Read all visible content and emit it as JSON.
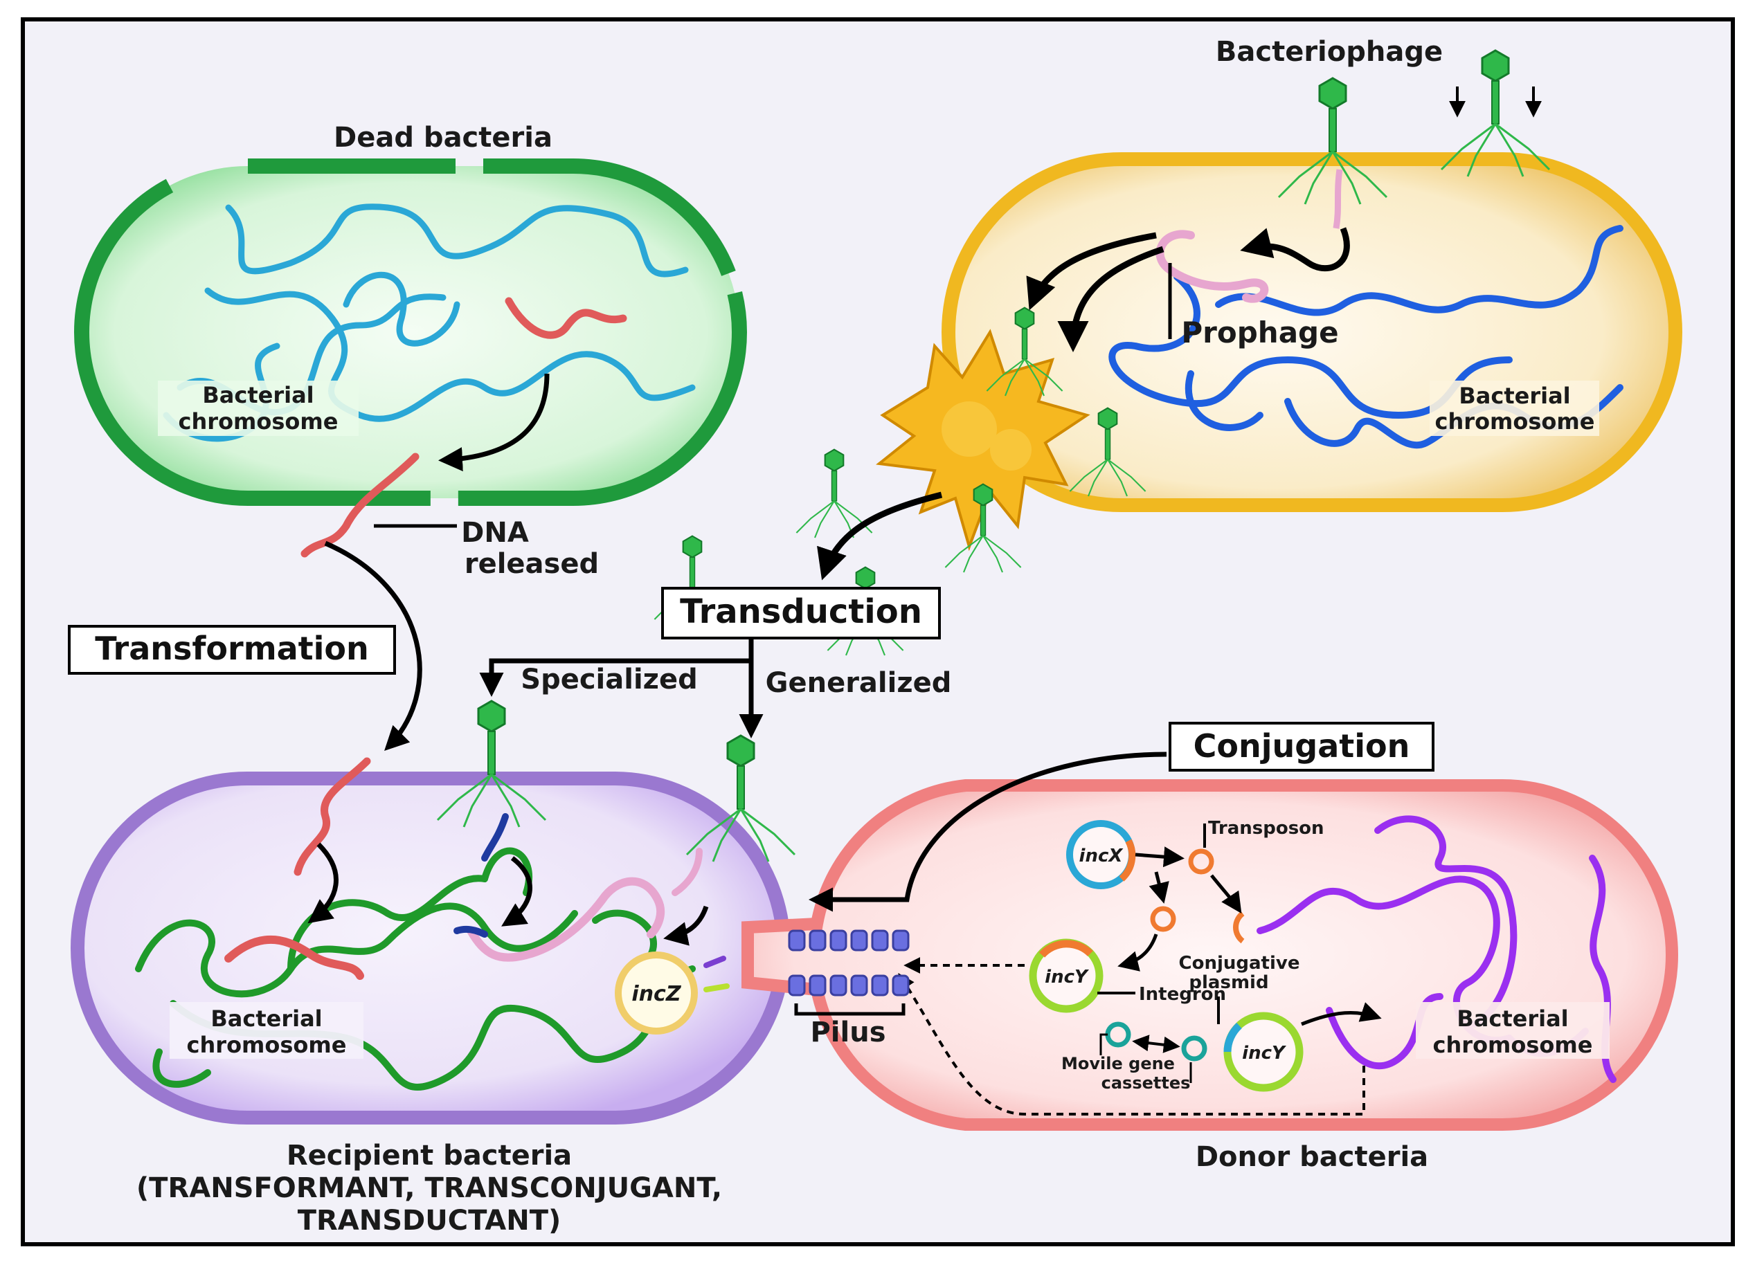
{
  "labels": {
    "dead_bacteria": "Dead bacteria",
    "bacteriophage": "Bacteriophage",
    "bacterial": "Bacterial",
    "chromosome": "chromosome",
    "prophage": "Prophage",
    "dna": "DNA",
    "released": "released",
    "transformation": "Transformation",
    "transduction": "Transduction",
    "specialized": "Specialized",
    "generalized": "Generalized",
    "conjugation": "Conjugation",
    "transposon": "Transposon",
    "conjugative": "Conjugative",
    "plasmid": "plasmid",
    "integron": "Integron",
    "movile_gene": "Movile gene",
    "cassettes": "cassettes",
    "pilus": "Pilus",
    "inc_x": "incX",
    "inc_y_upper": "incY",
    "inc_y_lower": "incY",
    "inc_z": "incZ",
    "recipient_line1": "Recipient bacteria",
    "recipient_line2": "(TRANSFORMANT, TRANSCONJUGANT,",
    "recipient_line3": "TRANSDUCTANT)",
    "donor_bacteria": "Donor bacteria"
  },
  "colors": {
    "frame_bg": "#f2f1f8",
    "dead_wall": "#1f9a3c",
    "dead_fill": "#b8ecc0",
    "dead_dna": "#2aa7d6",
    "lysed_wall": "#f0b820",
    "lysed_fill": "#f8e0a6",
    "lysed_dna": "#1f5fe0",
    "recipient_wall": "#9a78d0",
    "recipient_fill": "#dccff2",
    "recipient_dna": "#1f9a2a",
    "donor_wall": "#f08080",
    "donor_fill": "#f9cfcf",
    "donor_dna": "#9a2ff0",
    "transferred_dna": "#e05a5a",
    "phage_dna": "#e7a6cf",
    "phage_green": "#2fb84a",
    "pilus_blue": "#6a6fe0",
    "arrow": "#000000"
  }
}
